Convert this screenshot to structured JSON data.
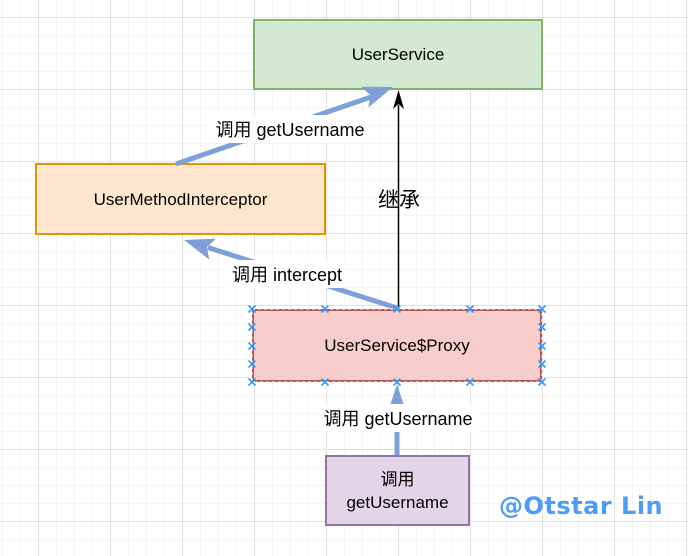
{
  "canvas": {
    "background": "#ffffff",
    "grid_minor_color": "#f4f4f4",
    "grid_major_color": "#e2e2e2"
  },
  "nodes": {
    "user_service": {
      "label": "UserService",
      "fill": "#d5e8d4",
      "stroke": "#82b366"
    },
    "user_method_interceptor": {
      "label": "UserMethodInterceptor",
      "fill": "#ffe6cc",
      "stroke": "#d79b00"
    },
    "user_service_proxy": {
      "label": "UserService$Proxy",
      "fill": "#f8cecc",
      "stroke": "#b85450",
      "selected": true,
      "connection_point_color": "#2e9bff"
    },
    "call_get_username": {
      "line1": "调用",
      "line2": "getUsername",
      "fill": "#e1d5e7",
      "stroke": "#9673a6"
    }
  },
  "edges": {
    "interceptor_to_service": {
      "label": "调用 getUsername",
      "color": "#7e9fd8",
      "style": "thick-blue-arrow"
    },
    "proxy_inherits_service": {
      "label": "继承",
      "color": "#000000",
      "style": "thin-black-arrow"
    },
    "proxy_to_interceptor": {
      "label": "调用 intercept",
      "color": "#7e9fd8",
      "style": "thick-blue-arrow"
    },
    "caller_to_proxy": {
      "label": "调用 getUsername",
      "color": "#7e9fd8",
      "style": "thick-blue-arrow"
    }
  },
  "watermark": {
    "text": "@Otstar Lin",
    "color": "#4d9cf7"
  }
}
